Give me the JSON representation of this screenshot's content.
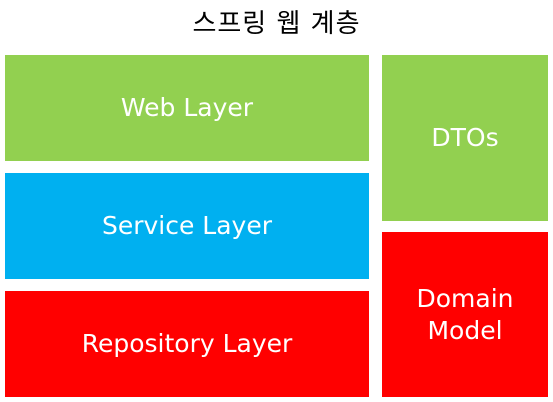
{
  "title": "스프링 웹 계층",
  "blocks": {
    "web": {
      "label": "Web Layer",
      "color": "#92D050"
    },
    "service": {
      "label": "Service Layer",
      "color": "#00B0F0"
    },
    "repository": {
      "label": "Repository Layer",
      "color": "#FF0000"
    },
    "dtos": {
      "label": "DTOs",
      "color": "#92D050"
    },
    "domain": {
      "label": "Domain\nModel",
      "color": "#FF0000"
    }
  }
}
